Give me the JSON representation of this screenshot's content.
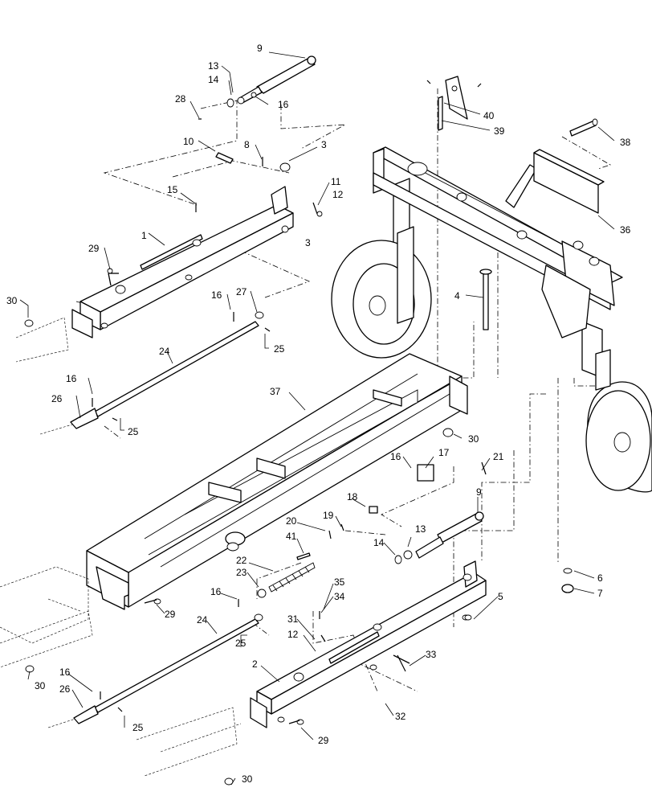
{
  "diagram": {
    "callouts": [
      {
        "id": "c9a",
        "text": "9"
      },
      {
        "id": "c13a",
        "text": "13"
      },
      {
        "id": "c14a",
        "text": "14"
      },
      {
        "id": "c16a",
        "text": "16"
      },
      {
        "id": "c28",
        "text": "28"
      },
      {
        "id": "c10",
        "text": "10"
      },
      {
        "id": "c8",
        "text": "8"
      },
      {
        "id": "c3a",
        "text": "3"
      },
      {
        "id": "c11",
        "text": "11"
      },
      {
        "id": "c12a",
        "text": "12"
      },
      {
        "id": "c15",
        "text": "15"
      },
      {
        "id": "c3b",
        "text": "3"
      },
      {
        "id": "c1",
        "text": "1"
      },
      {
        "id": "c29a",
        "text": "29"
      },
      {
        "id": "c30a",
        "text": "30"
      },
      {
        "id": "c16b",
        "text": "16"
      },
      {
        "id": "c27",
        "text": "27"
      },
      {
        "id": "c25a",
        "text": "25"
      },
      {
        "id": "c24a",
        "text": "24"
      },
      {
        "id": "c16c",
        "text": "16"
      },
      {
        "id": "c26a",
        "text": "26"
      },
      {
        "id": "c25b",
        "text": "25"
      },
      {
        "id": "c37",
        "text": "37"
      },
      {
        "id": "c40",
        "text": "40"
      },
      {
        "id": "c39",
        "text": "39"
      },
      {
        "id": "c38",
        "text": "38"
      },
      {
        "id": "c36",
        "text": "36"
      },
      {
        "id": "c4",
        "text": "4"
      },
      {
        "id": "c30b",
        "text": "30"
      },
      {
        "id": "c16d",
        "text": "16"
      },
      {
        "id": "c17",
        "text": "17"
      },
      {
        "id": "c21",
        "text": "21"
      },
      {
        "id": "c18",
        "text": "18"
      },
      {
        "id": "c9b",
        "text": "9"
      },
      {
        "id": "c20",
        "text": "20"
      },
      {
        "id": "c19",
        "text": "19"
      },
      {
        "id": "c41",
        "text": "41"
      },
      {
        "id": "c14b",
        "text": "14"
      },
      {
        "id": "c13b",
        "text": "13"
      },
      {
        "id": "c22",
        "text": "22"
      },
      {
        "id": "c23",
        "text": "23"
      },
      {
        "id": "c35",
        "text": "35"
      },
      {
        "id": "c34",
        "text": "34"
      },
      {
        "id": "c6",
        "text": "6"
      },
      {
        "id": "c7",
        "text": "7"
      },
      {
        "id": "c5",
        "text": "5"
      },
      {
        "id": "c16e",
        "text": "16"
      },
      {
        "id": "c29b",
        "text": "29"
      },
      {
        "id": "c24b",
        "text": "24"
      },
      {
        "id": "c25c",
        "text": "25"
      },
      {
        "id": "c31",
        "text": "31"
      },
      {
        "id": "c12b",
        "text": "12"
      },
      {
        "id": "c33",
        "text": "33"
      },
      {
        "id": "c2",
        "text": "2"
      },
      {
        "id": "c30c",
        "text": "30"
      },
      {
        "id": "c16f",
        "text": "16"
      },
      {
        "id": "c26b",
        "text": "26"
      },
      {
        "id": "c25d",
        "text": "25"
      },
      {
        "id": "c32",
        "text": "32"
      },
      {
        "id": "c29c",
        "text": "29"
      },
      {
        "id": "c30d",
        "text": "30"
      }
    ]
  }
}
